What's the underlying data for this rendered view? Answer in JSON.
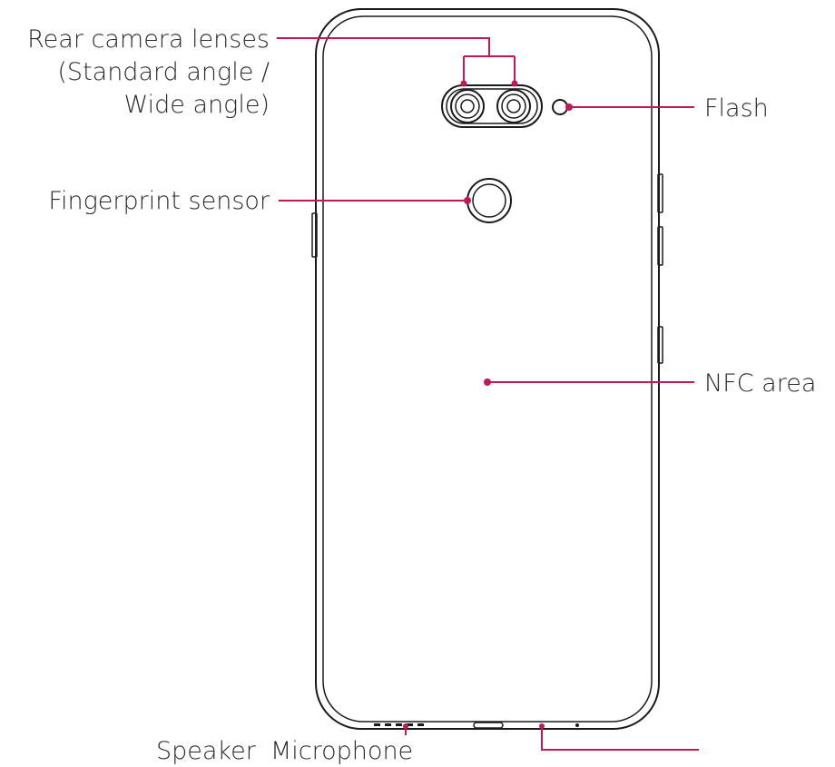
{
  "labels": {
    "rear_camera_line1": "Rear camera lenses",
    "rear_camera_line2": "(Standard angle /",
    "rear_camera_line3": "Wide angle)",
    "flash": "Flash",
    "fingerprint": "Fingerprint sensor",
    "nfc": "NFC area",
    "speaker": "Speaker",
    "microphone": "Microphone"
  },
  "colors": {
    "callout": "#c2185b",
    "outline": "#1a1a1a",
    "text": "#2b2b2b"
  }
}
